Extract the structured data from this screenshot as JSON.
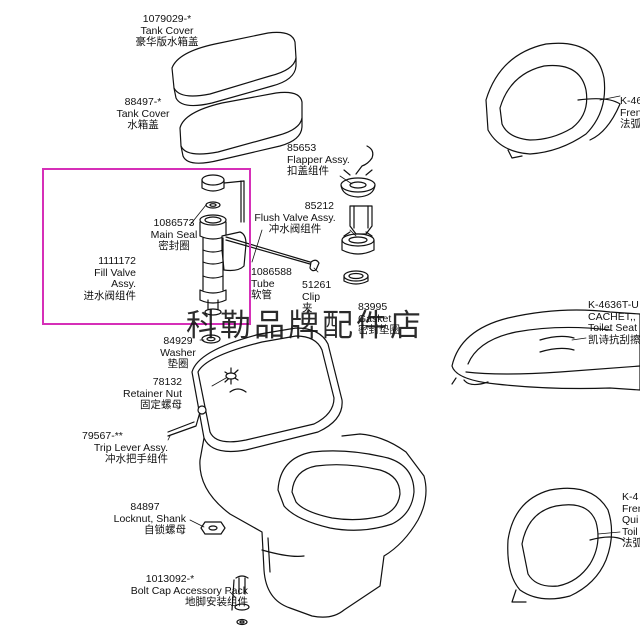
{
  "colors": {
    "highlight": "#d62fb8",
    "line": "#111111"
  },
  "parts": {
    "tank_cover_1": {
      "num": "1079029-*",
      "en": "Tank Cover",
      "cn": "豪华版水箱盖"
    },
    "tank_cover_2": {
      "num": "88497-*",
      "en": "Tank Cover",
      "cn": "水箱盖"
    },
    "main_seal": {
      "num": "1086573",
      "en": "Main Seal",
      "cn": "密封圈"
    },
    "fill_valve": {
      "num": "1111172",
      "en1": "Fill Valve",
      "en2": "Assy.",
      "cn": "进水阀组件"
    },
    "tube": {
      "num": "1086588",
      "en": "Tube",
      "cn": "软管"
    },
    "flapper": {
      "num": "85653",
      "en": "Flapper Assy.",
      "cn": "扣盖组件"
    },
    "flush_valve": {
      "num": "85212",
      "en": "Flush Valve Assy.",
      "cn": "冲水阀组件"
    },
    "clip": {
      "num": "51261",
      "en": "Clip",
      "cn": "夹"
    },
    "gasket": {
      "num": "83995",
      "en": "Gasket",
      "cn": "密封垫圈"
    },
    "washer": {
      "num": "84929",
      "en": "Washer",
      "cn": "垫圈"
    },
    "retainer_nut": {
      "num": "78132",
      "en": "Retainer Nut",
      "cn": "固定螺母"
    },
    "trip_lever": {
      "num": "79567-**",
      "en": "Trip Lever Assy.",
      "cn": "冲水把手组件"
    },
    "locknut": {
      "num": "84897",
      "en": "Locknut, Shank",
      "cn": "自锁螺母"
    },
    "bolt_cap": {
      "num": "1013092-*",
      "en": "Bolt Cap Accessory Pack",
      "cn": "地脚安装组件"
    },
    "seat_1": {
      "num": "K-46",
      "en": "Fren",
      "cn": "法弧"
    },
    "seat_2": {
      "num": "K-4636T-U",
      "en": "CACHET,,",
      "en2": "Toilet Seat",
      "cn": "凯诗抗刮擦"
    },
    "seat_3": {
      "num": "K-4",
      "en": "Fren",
      "en2": "Qui",
      "en3": "Toil",
      "cn": "法弧"
    }
  },
  "watermark": "科勒品牌配件店"
}
